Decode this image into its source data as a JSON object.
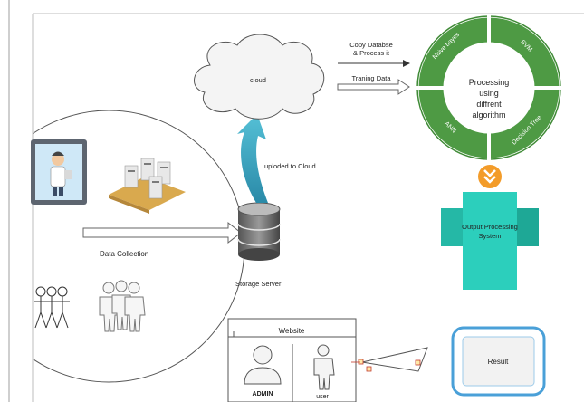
{
  "cloud": {
    "label": "cloud"
  },
  "copy_label": {
    "line1": "Copy Databse",
    "line2": "& Process  it"
  },
  "training_label": "Traning Data",
  "processing": {
    "center": [
      "Processing",
      "using",
      "diffrent",
      "algorithm"
    ],
    "segments": [
      "Naive bayes",
      "SVM",
      "Decision Tree",
      "ANN"
    ]
  },
  "upload_label": "uploded to Cloud",
  "storage_label": "Storage Server",
  "data_collection_label": "Data Collection",
  "output_label": [
    "Output Processing",
    "System"
  ],
  "website": {
    "title": "Website",
    "admin": "ADMIN",
    "user": "user"
  },
  "result_label": "Result",
  "colors": {
    "ring_green": "#4e9a44",
    "output_teal": "#27c2b0",
    "chevron_orange": "#f39c2a",
    "arrow_teal": "#3aa3b8",
    "border_gray": "#bdbdbd"
  }
}
